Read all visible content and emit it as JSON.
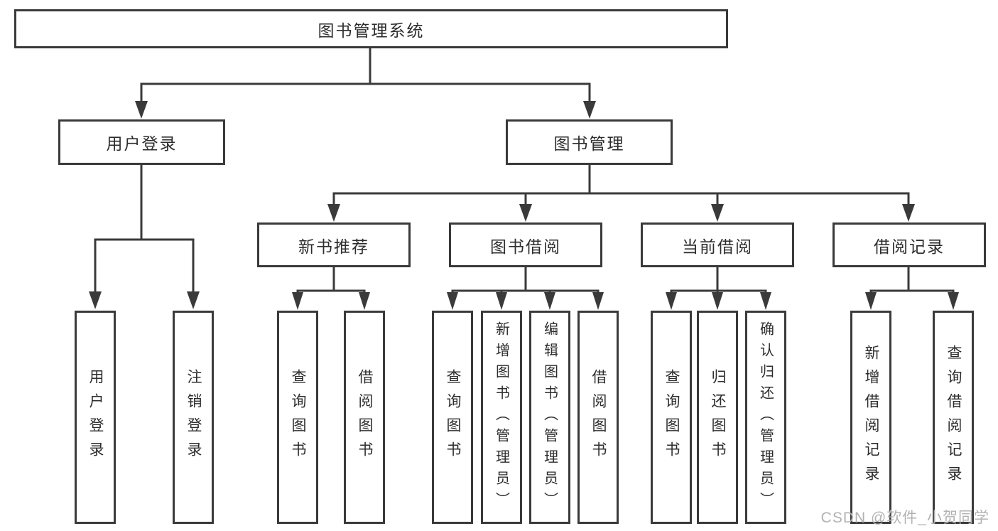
{
  "colors": {
    "line": "#3a3a3a",
    "text": "#2d2d2d",
    "watermark": "#b2b2b2",
    "background": "#ffffff"
  },
  "watermark": "CSDN @软件_小贺同学",
  "tree": {
    "root": "图书管理系统",
    "branches": [
      {
        "label": "用户登录",
        "leaves": [
          "用户登录",
          "注销登录"
        ]
      },
      {
        "label": "图书管理",
        "groups": [
          {
            "label": "新书推荐",
            "leaves": [
              "查询图书",
              "借阅图书"
            ]
          },
          {
            "label": "图书借阅",
            "leaves": [
              "查询图书",
              "新增图书（管理员）",
              "编辑图书（管理员）",
              "借阅图书"
            ]
          },
          {
            "label": "当前借阅",
            "leaves": [
              "查询图书",
              "归还图书",
              "确认归还（管理员）"
            ]
          },
          {
            "label": "借阅记录",
            "leaves": [
              "新增借阅记录",
              "查询借阅记录"
            ]
          }
        ]
      }
    ]
  }
}
